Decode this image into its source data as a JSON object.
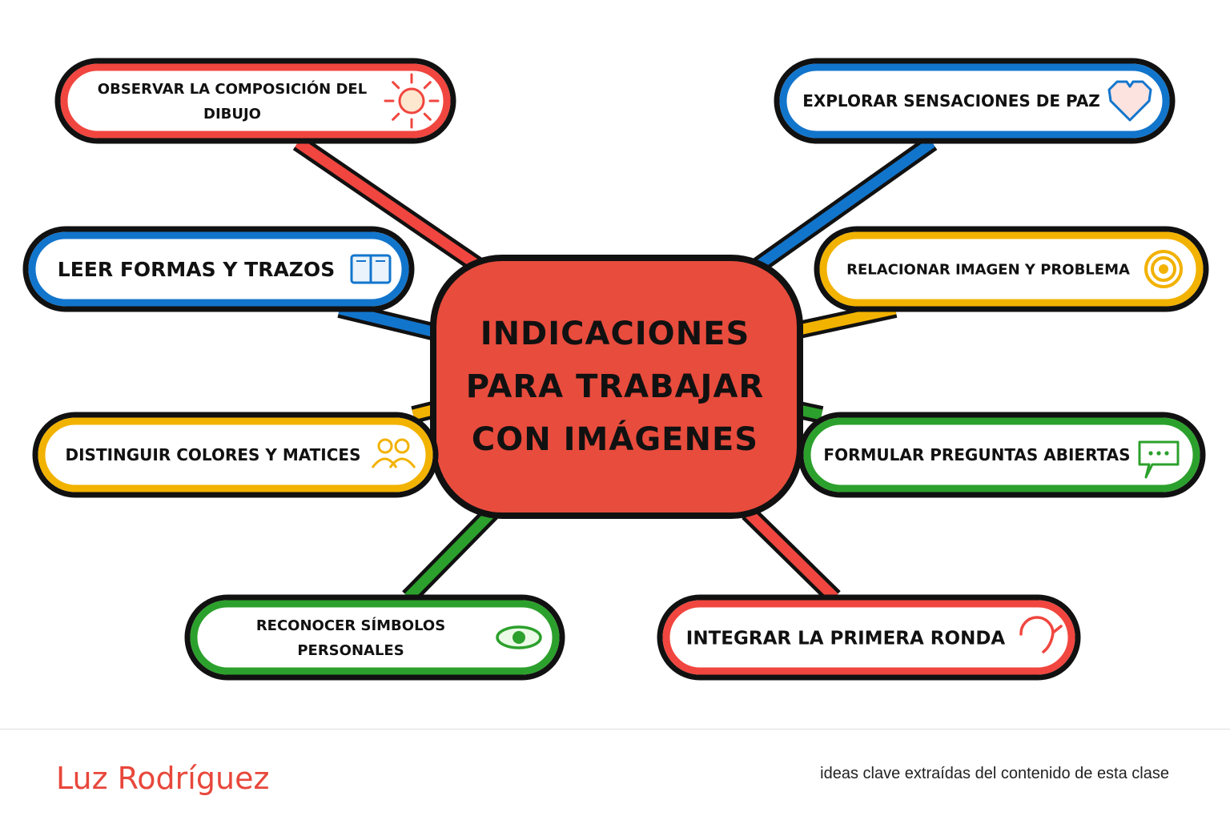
{
  "center": {
    "lines": [
      "INDICACIONES",
      "PARA TRABAJAR",
      "CON IMÁGENES"
    ],
    "color": "#e84c3d"
  },
  "colors": {
    "red": "#f0463f",
    "blue": "#1275cc",
    "yellow": "#f2b200",
    "green": "#2ca02c"
  },
  "nodes": [
    {
      "id": "observar",
      "lines": [
        "OBSERVAR LA COMPOSICIÓN DEL",
        "DIBUJO"
      ],
      "color": "red",
      "icon": "sun-icon"
    },
    {
      "id": "explorar",
      "lines": [
        "EXPLORAR SENSACIONES DE PAZ"
      ],
      "color": "blue",
      "icon": "heart-icon"
    },
    {
      "id": "leer",
      "lines": [
        "LEER FORMAS Y TRAZOS"
      ],
      "color": "blue",
      "icon": "book-icon"
    },
    {
      "id": "relacionar",
      "lines": [
        "RELACIONAR IMAGEN Y PROBLEMA"
      ],
      "color": "yellow",
      "icon": "target-icon"
    },
    {
      "id": "distinguir",
      "lines": [
        "DISTINGUIR COLORES Y MATICES"
      ],
      "color": "yellow",
      "icon": "people-icon"
    },
    {
      "id": "formular",
      "lines": [
        "FORMULAR PREGUNTAS ABIERTAS"
      ],
      "color": "green",
      "icon": "chat-bubble-icon"
    },
    {
      "id": "reconocer",
      "lines": [
        "RECONOCER SÍMBOLOS",
        "PERSONALES"
      ],
      "color": "green",
      "icon": "eye-icon"
    },
    {
      "id": "integrar",
      "lines": [
        "INTEGRAR LA PRIMERA RONDA"
      ],
      "color": "red",
      "icon": "refresh-icon"
    }
  ],
  "footer": {
    "author": "Luz Rodríguez",
    "caption": "ideas clave extraídas del contenido de esta clase"
  }
}
